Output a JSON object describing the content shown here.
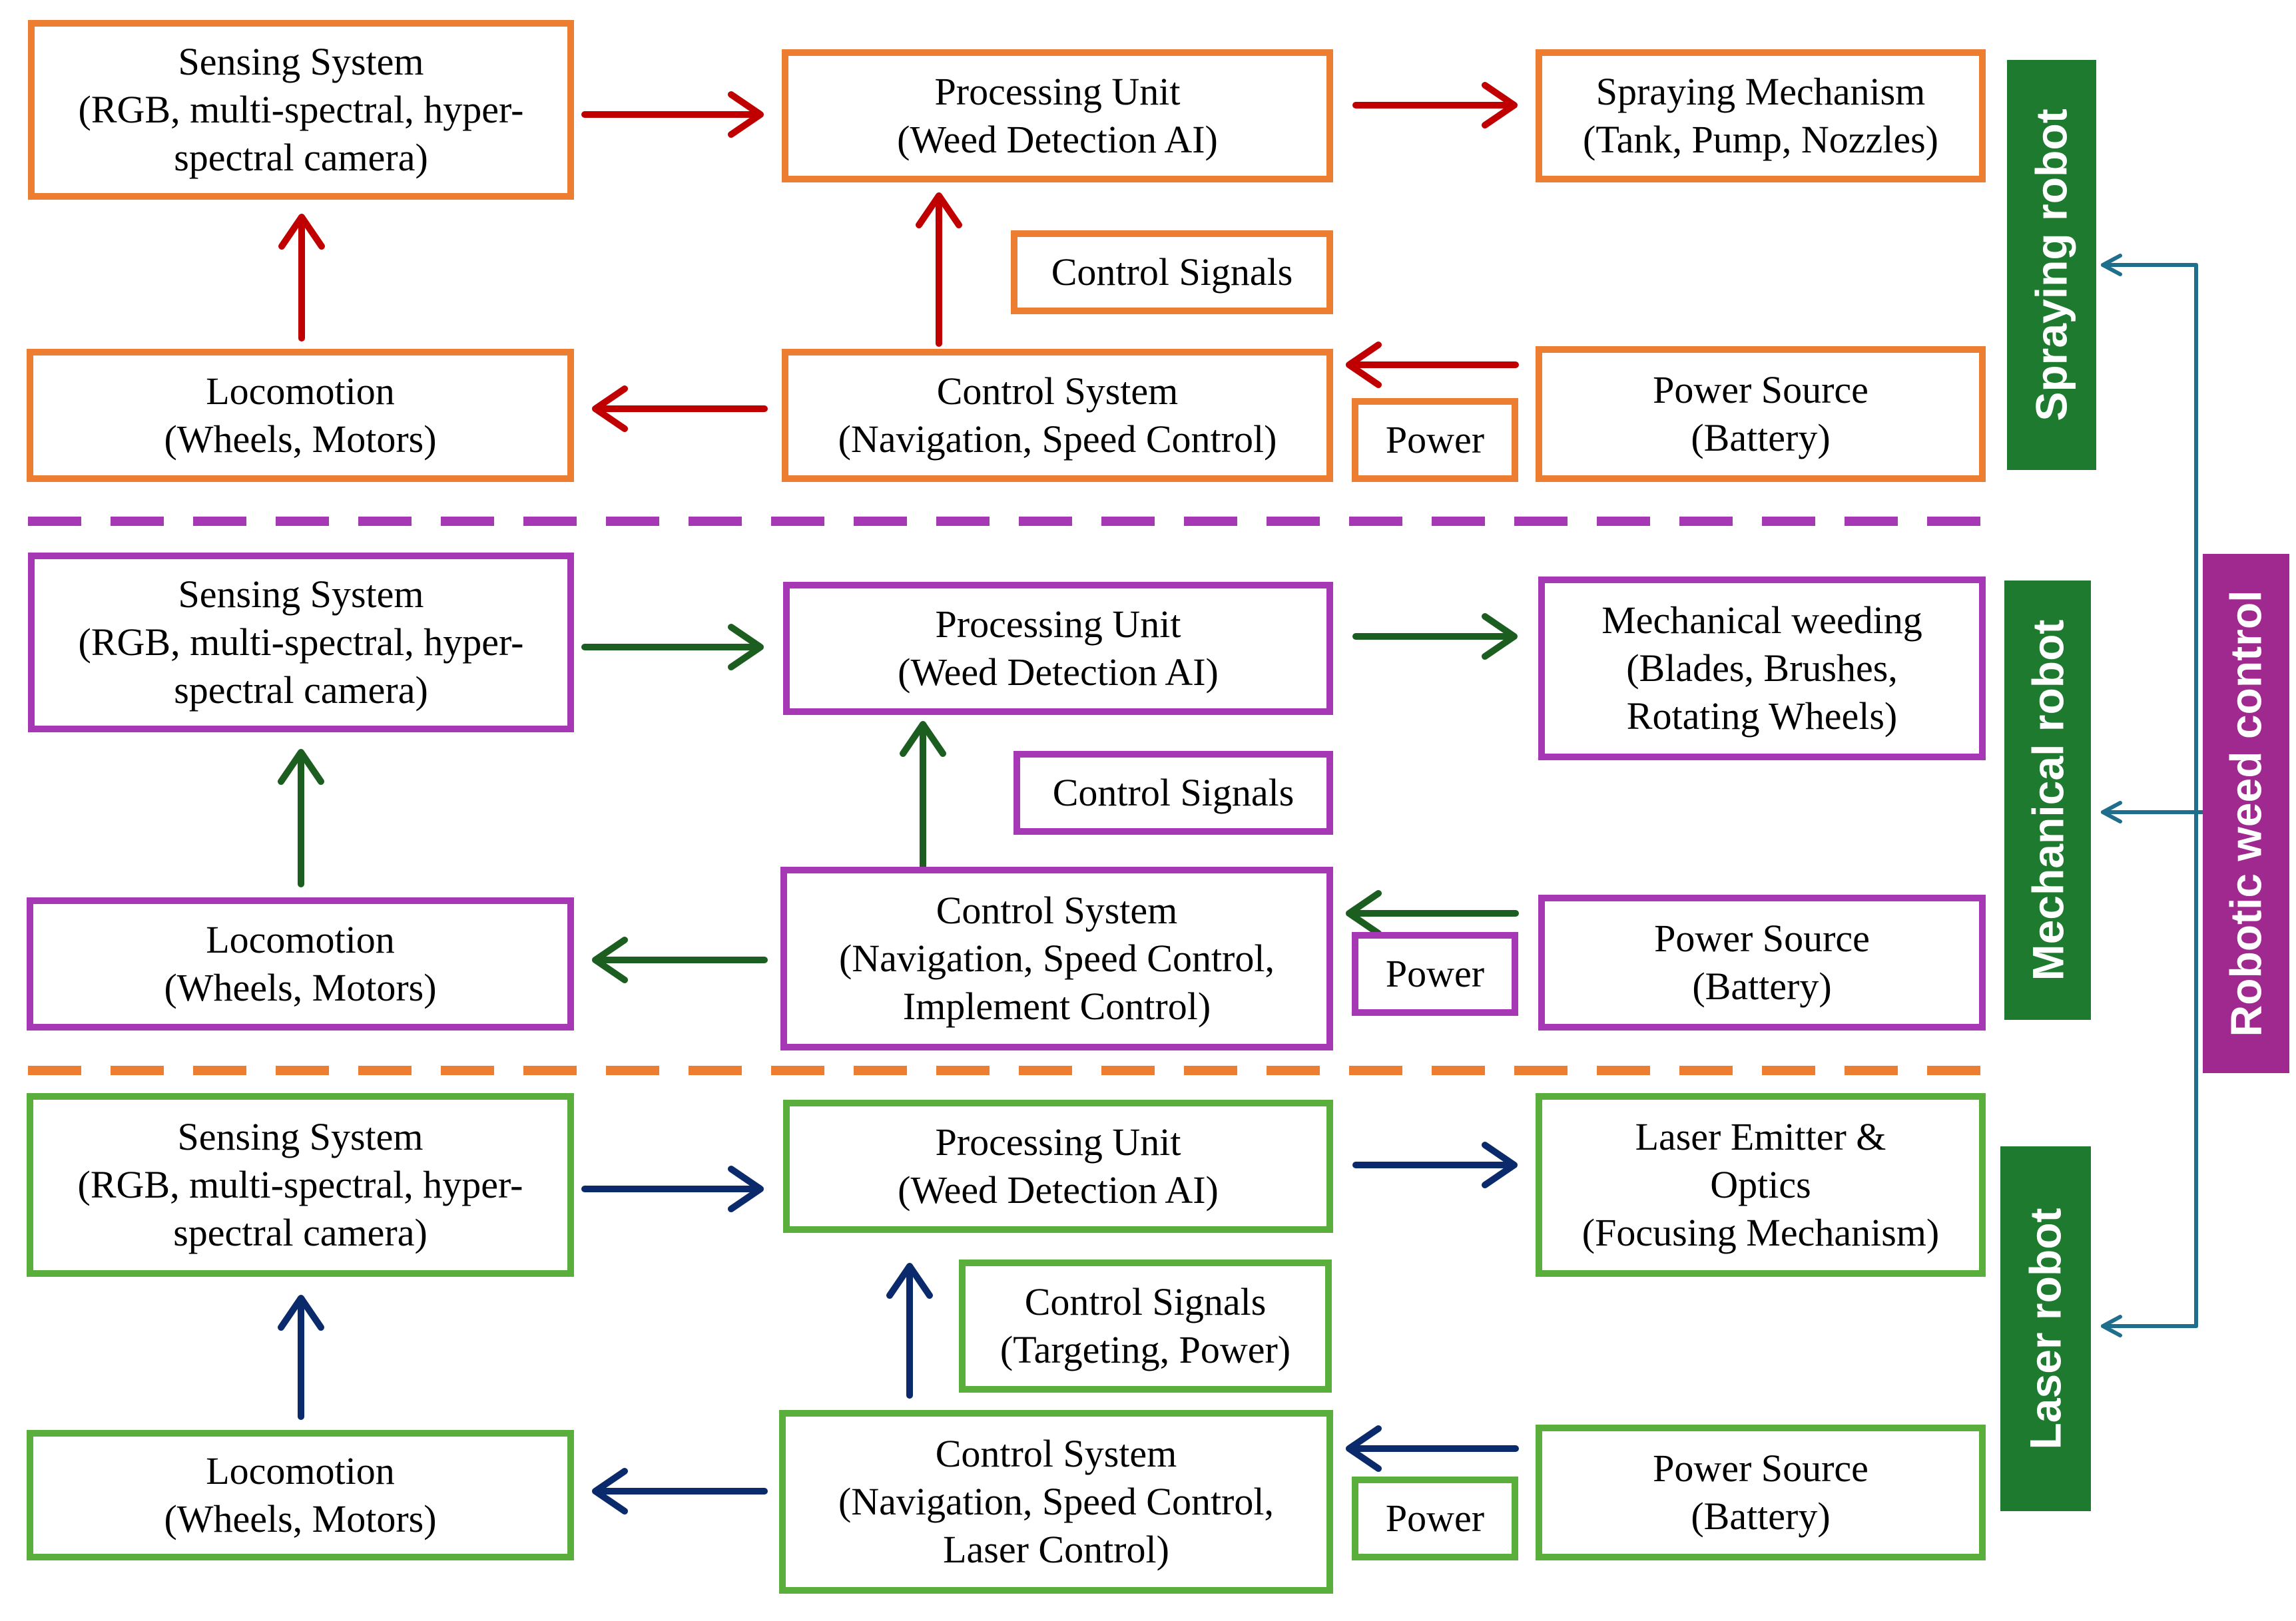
{
  "spraying": {
    "sensing": [
      "Sensing System",
      "(RGB, multi-spectral, hyper-",
      "spectral camera)"
    ],
    "processing": [
      "Processing Unit",
      "(Weed Detection AI)"
    ],
    "actuator": [
      "Spraying Mechanism",
      "(Tank, Pump, Nozzles)"
    ],
    "signals": [
      "Control Signals"
    ],
    "locomotion": [
      "Locomotion",
      "(Wheels, Motors)"
    ],
    "control": [
      "Control System",
      "(Navigation, Speed Control)"
    ],
    "power_label": "Power",
    "power_source": [
      "Power Source",
      "(Battery)"
    ],
    "side_label": "Spraying robot"
  },
  "mechanical": {
    "sensing": [
      "Sensing System",
      "(RGB, multi-spectral, hyper-",
      "spectral camera)"
    ],
    "processing": [
      "Processing Unit",
      "(Weed Detection AI)"
    ],
    "actuator": [
      "Mechanical weeding",
      "(Blades, Brushes,",
      "Rotating Wheels)"
    ],
    "signals": [
      "Control Signals"
    ],
    "locomotion": [
      "Locomotion",
      "(Wheels, Motors)"
    ],
    "control": [
      "Control System",
      "(Navigation, Speed Control,",
      "Implement Control)"
    ],
    "power_label": "Power",
    "power_source": [
      "Power Source",
      "(Battery)"
    ],
    "side_label": "Mechanical robot"
  },
  "laser": {
    "sensing": [
      "Sensing System",
      "(RGB, multi-spectral, hyper-",
      "spectral camera)"
    ],
    "processing": [
      "Processing Unit",
      "(Weed Detection AI)"
    ],
    "actuator": [
      "Laser Emitter &",
      "Optics",
      "(Focusing Mechanism)"
    ],
    "signals": [
      "Control Signals",
      "(Targeting, Power)"
    ],
    "locomotion": [
      "Locomotion",
      "(Wheels, Motors)"
    ],
    "control": [
      "Control System",
      "(Navigation, Speed Control,",
      "Laser Control)"
    ],
    "power_label": "Power",
    "power_source": [
      "Power Source",
      "(Battery)"
    ],
    "side_label": "Laser robot"
  },
  "overall_label": "Robotic weed control",
  "colors": {
    "orange_border": "#ED7D31",
    "purple_border": "#A637B5",
    "green_border": "#5AAF3C",
    "red_arrow": "#C00000",
    "green_arrow": "#1B5E20",
    "navy_arrow": "#0B2A6B",
    "teal_connector": "#1F6E8C",
    "side_green": "#1D7A2E",
    "side_purple": "#A0298F"
  }
}
